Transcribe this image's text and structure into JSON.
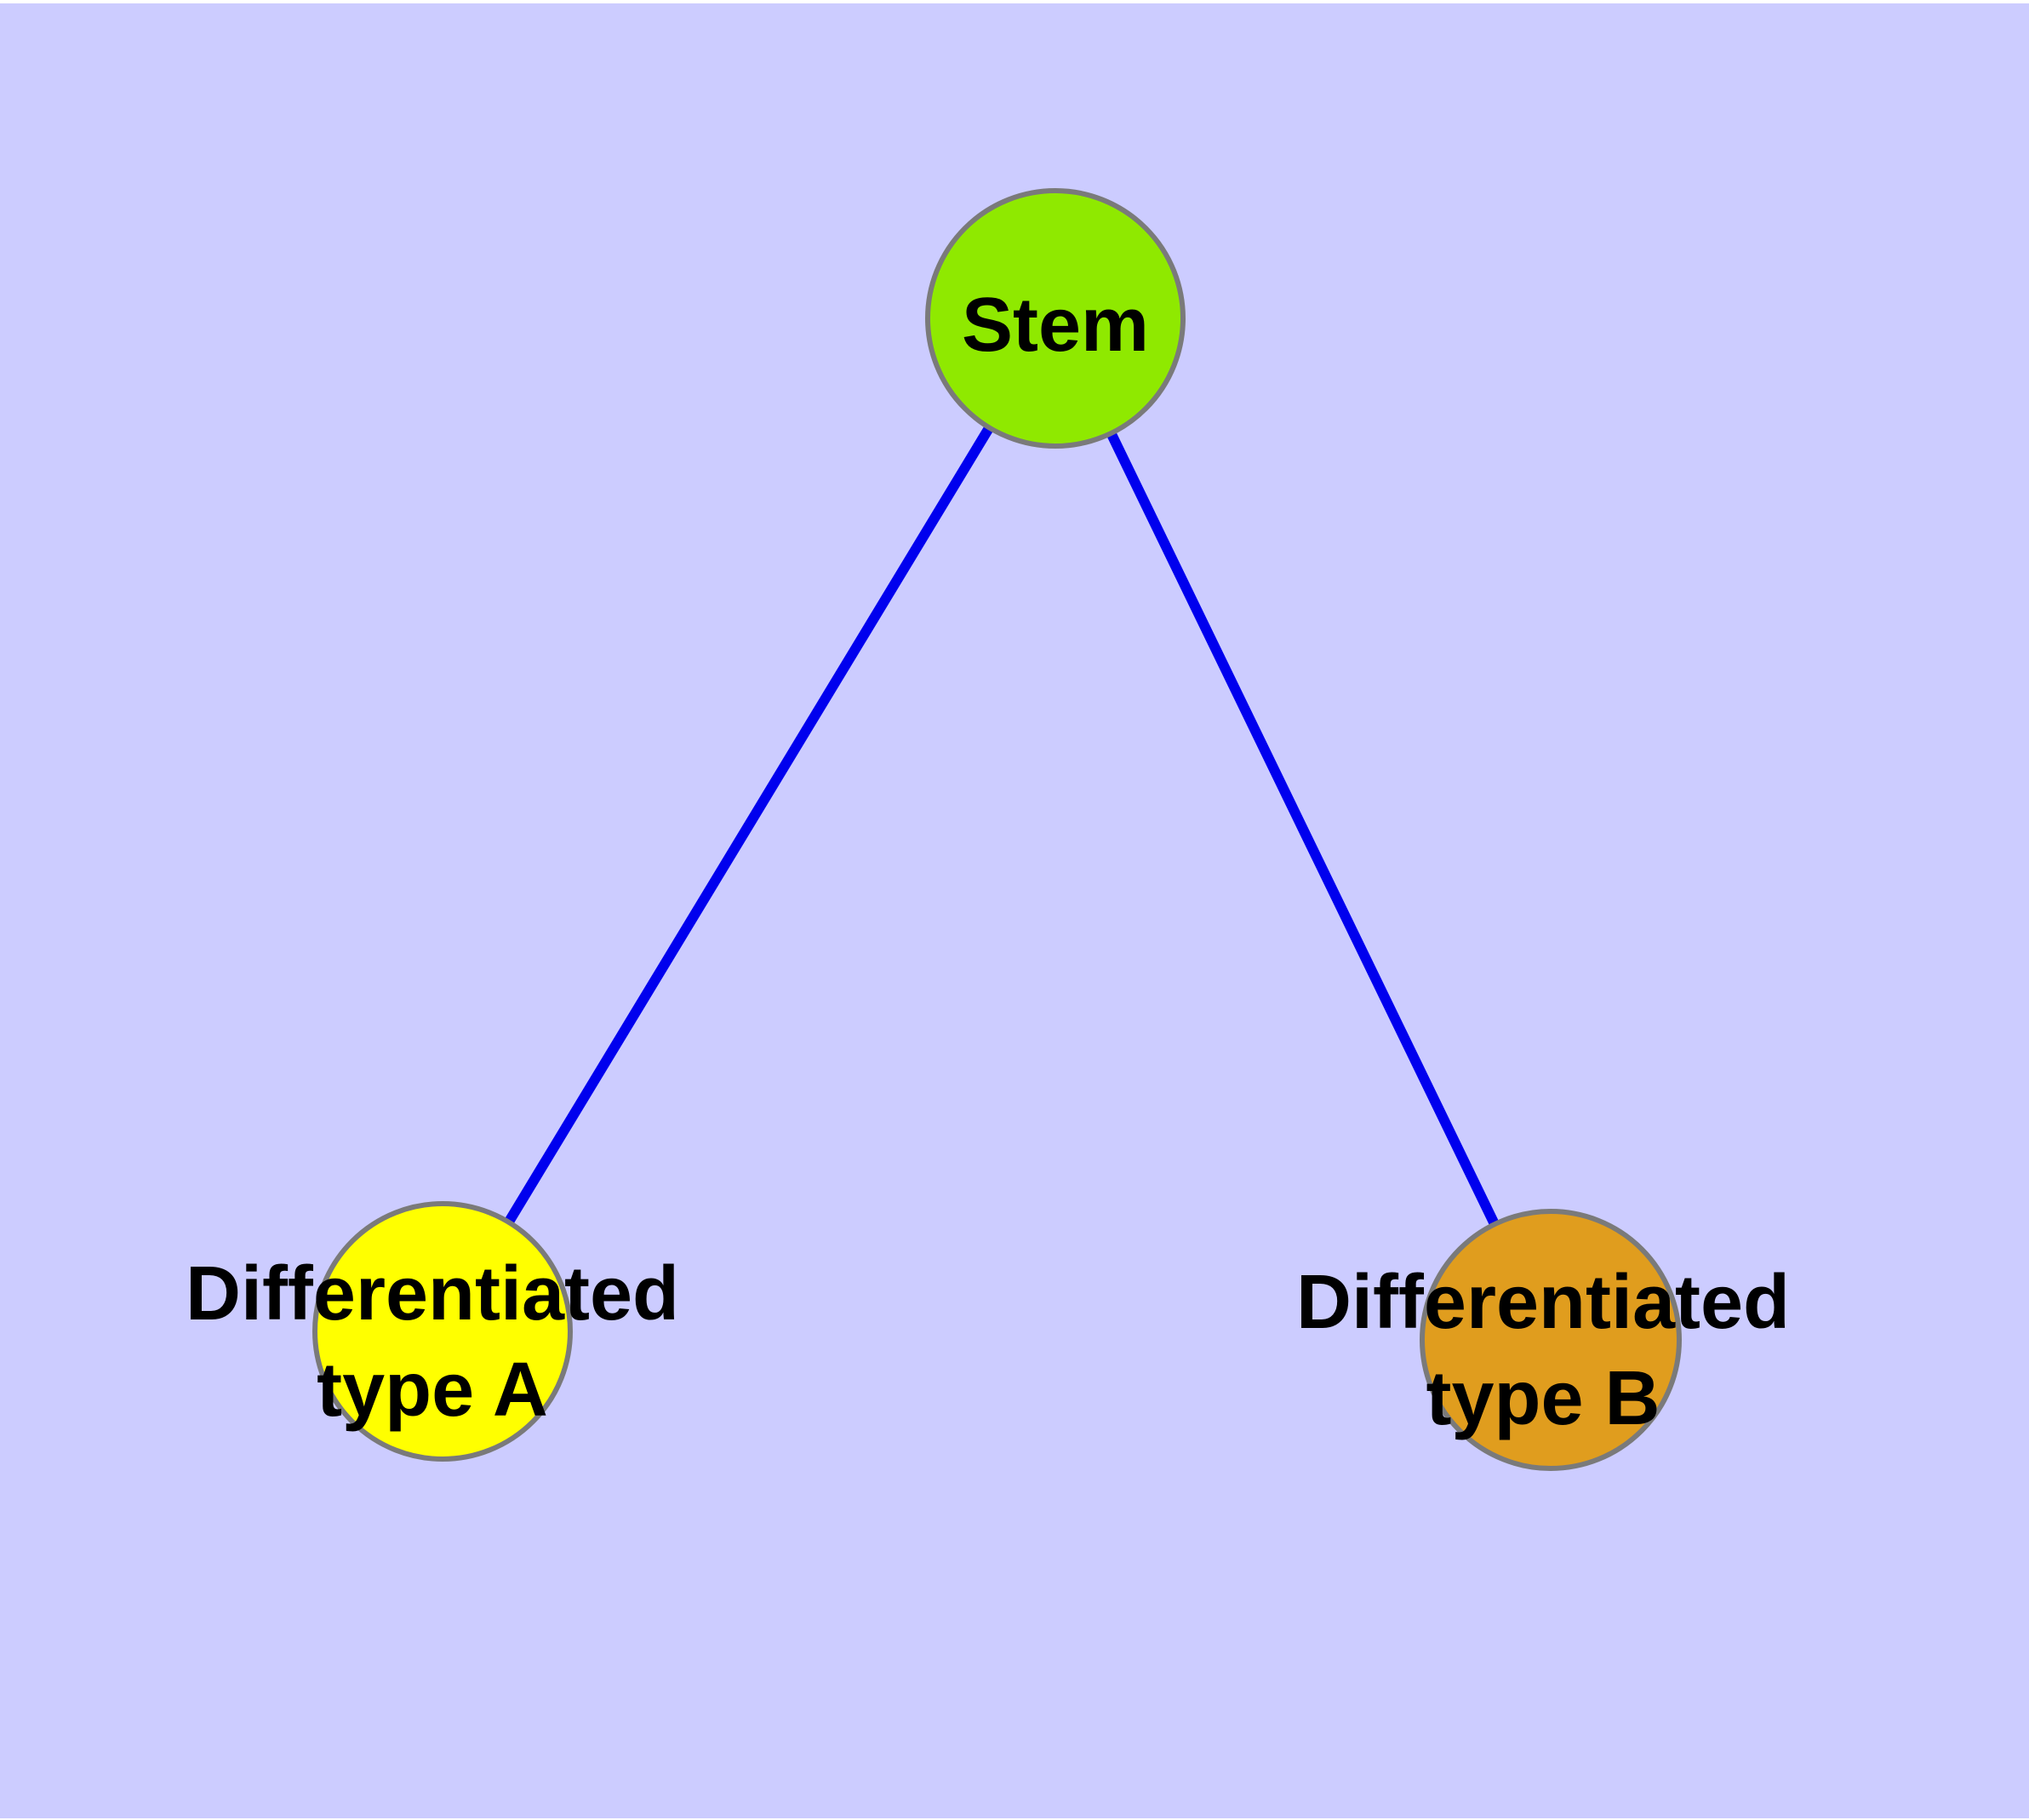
{
  "figure": {
    "background_color": "#CCCCFF",
    "margin_color": "#FFFFFF",
    "text_color": "#000000",
    "node_border_color": "#7A7A7A",
    "edge_color": "#0000EE",
    "nodes": [
      {
        "id": "stem",
        "lines": [
          "Stem"
        ],
        "fill": "#8FE900"
      },
      {
        "id": "differentiated-type-a",
        "lines": [
          "Differentiated",
          "type A"
        ],
        "fill": "#FFFF00"
      },
      {
        "id": "differentiated-type-b",
        "lines": [
          "Differentiated",
          "type B"
        ],
        "fill": "#E09D1E"
      }
    ],
    "edges": [
      {
        "from": "stem",
        "to": "differentiated-type-a"
      },
      {
        "from": "stem",
        "to": "differentiated-type-b"
      }
    ]
  }
}
